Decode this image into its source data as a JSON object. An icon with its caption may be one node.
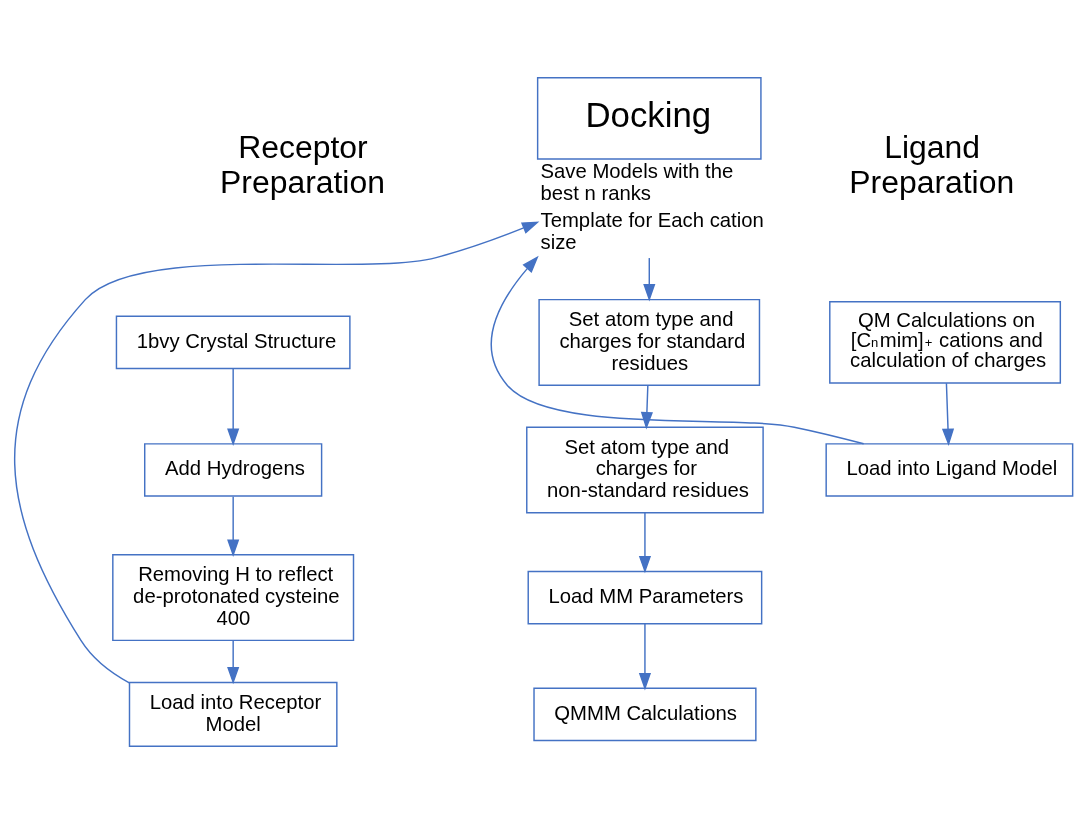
{
  "diagram": {
    "nodes": [
      {
        "text": [
          "1bvy Crystal Structure"
        ]
      },
      {
        "text": [
          "Add Hydrogens"
        ]
      },
      {
        "text": [
          "Removing H to reflect de-protonated cysteine 400"
        ]
      },
      {
        "text": [
          "Load into Receptor Model"
        ]
      },
      {
        "text": [
          "Docking"
        ],
        "beside": [
          "Save Models with the best n ranks",
          "Template for Each cation size"
        ]
      },
      {
        "text": [
          "Set atom type and charges for standard residues"
        ]
      },
      {
        "text": [
          "Set atom type and charges for non-standard residues"
        ]
      },
      {
        "text": [
          "Load MM Parameters"
        ]
      },
      {
        "text": [
          "QMMM Calculations"
        ]
      },
      {
        "text": [
          "QM Calculations on [C$_{n}$mim]$^{+}$ cations and calculation of charges"
        ]
      },
      {
        "text": [
          "Load into Ligand Model"
        ]
      }
    ],
    "edges": [
      {
        "from": 0,
        "to": 1,
        "arrow": "to"
      },
      {
        "from": 1,
        "to": 2,
        "arrow": "to"
      },
      {
        "from": 2,
        "to": 3,
        "arrow": "to"
      },
      {
        "from": 3,
        "to": 4,
        "arrow": "to"
      },
      {
        "from": 4,
        "to": 5,
        "arrow": "to"
      },
      {
        "from": 5,
        "to": 6,
        "arrow": "to"
      },
      {
        "from": 6,
        "to": 7,
        "arrow": "to"
      },
      {
        "from": 7,
        "to": 8,
        "arrow": "to"
      },
      {
        "from": 9,
        "to": 10,
        "arrow": "to"
      },
      {
        "from": 10,
        "to": 4,
        "arrow": "to"
      }
    ],
    "labels": [
      "Receptor Preparation",
      "Ligand Preparation"
    ]
  }
}
